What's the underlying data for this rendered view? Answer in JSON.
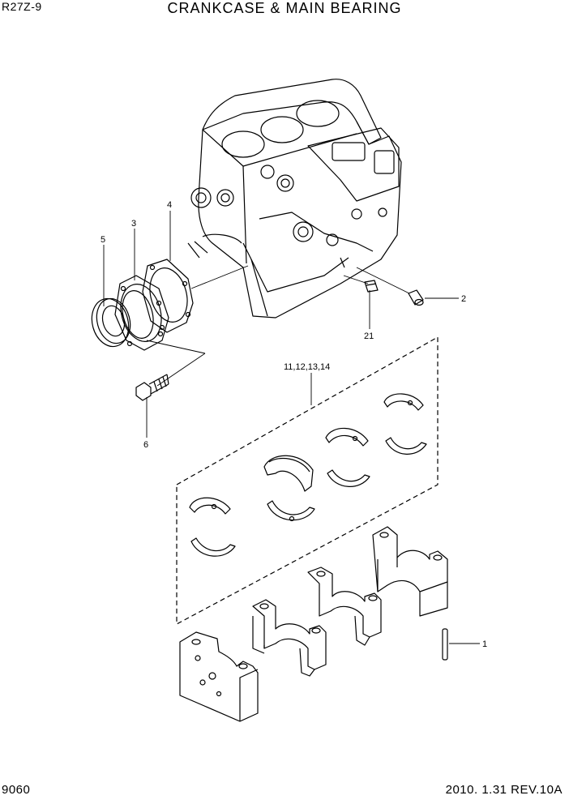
{
  "header": {
    "model": "R27Z-9",
    "title": "CRANKCASE & MAIN BEARING"
  },
  "footer": {
    "page_number": "9060",
    "revision": "2010. 1.31  REV.10A"
  },
  "callouts": {
    "c1": "1",
    "c2": "2",
    "c3": "3",
    "c4": "4",
    "c5": "5",
    "c6": "6",
    "c21": "21",
    "c_bearings": "11,12,13,14"
  }
}
